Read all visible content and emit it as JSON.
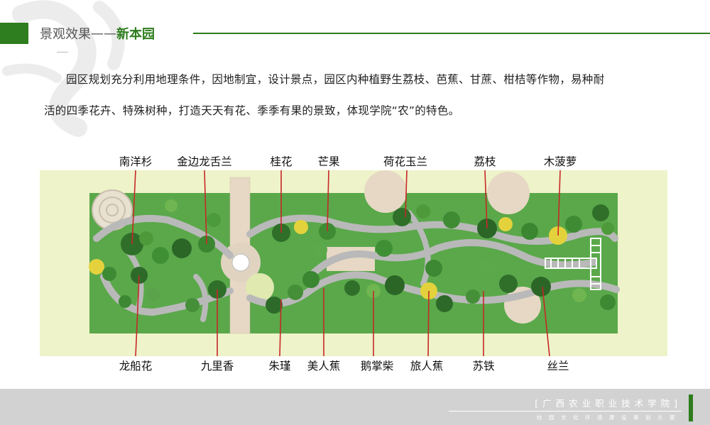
{
  "header": {
    "section_label": "景观效果",
    "dash": "——",
    "subtitle": "新本园"
  },
  "intro": {
    "line1": "园区规划充分利用地理条件，因地制宜，设计景点，园区内种植野生荔枝、芭蕉、甘蔗、柑桔等作物，易种耐",
    "line2": "活的四季花卉、特殊树种，打造天天有花、季季有果的景致，体现学院“农”的特色。"
  },
  "plan": {
    "top_labels": [
      "南洋杉",
      "金边龙舌兰",
      "桂花",
      "芒果",
      "荷花玉兰",
      "荔枝",
      "木菠萝"
    ],
    "bottom_labels": [
      "龙船花",
      "九里香",
      "朱瑾",
      "美人蕉",
      "鹅掌柴",
      "旅人蕉",
      "苏铁",
      "丝兰"
    ],
    "colors": {
      "lawn": "#5aa84a",
      "path": "#b9b9b9",
      "paving": "#e6d8c4",
      "border": "#eef3c9",
      "pointer": "#c62828"
    }
  },
  "footer": {
    "school": "[广西农业职业技术学院]",
    "tagline": "校园文化环境建设策划方案"
  }
}
